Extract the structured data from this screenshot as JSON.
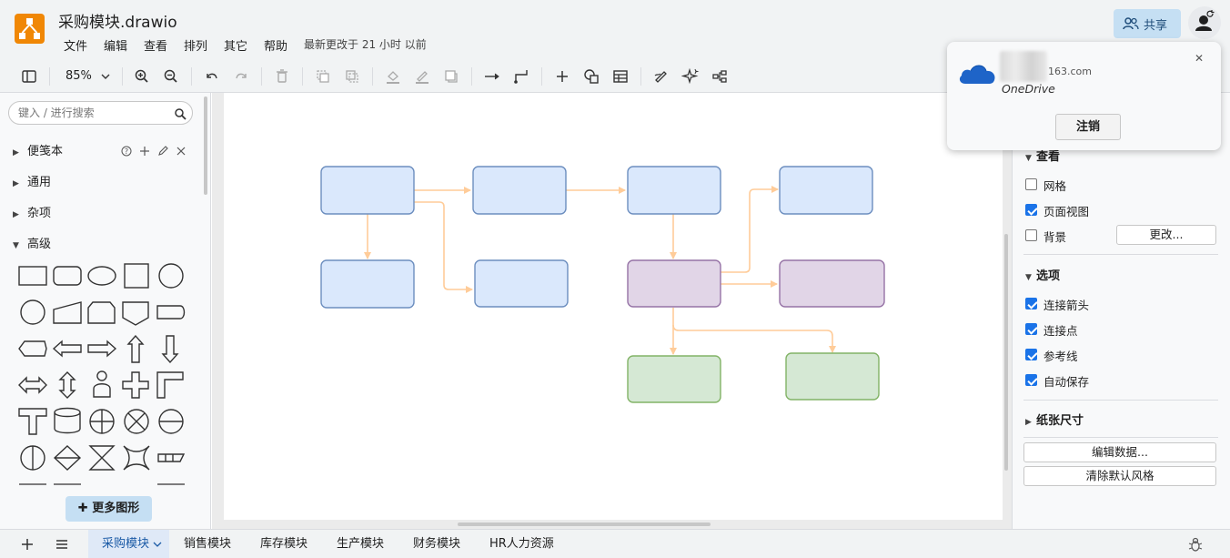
{
  "header": {
    "title": "采购模块.drawio",
    "menu": [
      "文件",
      "编辑",
      "查看",
      "排列",
      "其它",
      "帮助"
    ],
    "last_saved": "最新更改于 21 小时 以前",
    "share_label": "共享"
  },
  "toolbar": {
    "zoom": "85%"
  },
  "sidebar": {
    "search_placeholder": "键入 / 进行搜索",
    "libraries": [
      "便笺本",
      "通用",
      "杂项",
      "高级"
    ],
    "more_shapes_label": "更多图形"
  },
  "format_panel": {
    "view_section": "查看",
    "view_options": [
      {
        "label": "网格",
        "checked": false
      },
      {
        "label": "页面视图",
        "checked": true
      },
      {
        "label": "背景",
        "checked": false
      }
    ],
    "change_label": "更改...",
    "options_section": "选项",
    "options": [
      {
        "label": "连接箭头",
        "checked": true
      },
      {
        "label": "连接点",
        "checked": true
      },
      {
        "label": "参考线",
        "checked": true
      },
      {
        "label": "自动保存",
        "checked": true
      }
    ],
    "paper_size_section": "纸张尺寸",
    "edit_data_label": "编辑数据...",
    "clear_style_label": "清除默认风格"
  },
  "pages": {
    "tabs": [
      "采购模块",
      "销售模块",
      "库存模块",
      "生产模块",
      "财务模块",
      "HR人力资源"
    ],
    "active": "采购模块"
  },
  "popup": {
    "email_suffix": "163.com",
    "provider": "OneDrive",
    "logout_label": "注销"
  },
  "colors": {
    "blue_fill": "#dae8fc",
    "blue_stroke": "#6c8ebf",
    "purple_fill": "#e1d5e7",
    "purple_stroke": "#9673a6",
    "green_fill": "#d5e8d4",
    "green_stroke": "#82b366",
    "edge": "#ffcc99",
    "accent": "#f08705"
  }
}
